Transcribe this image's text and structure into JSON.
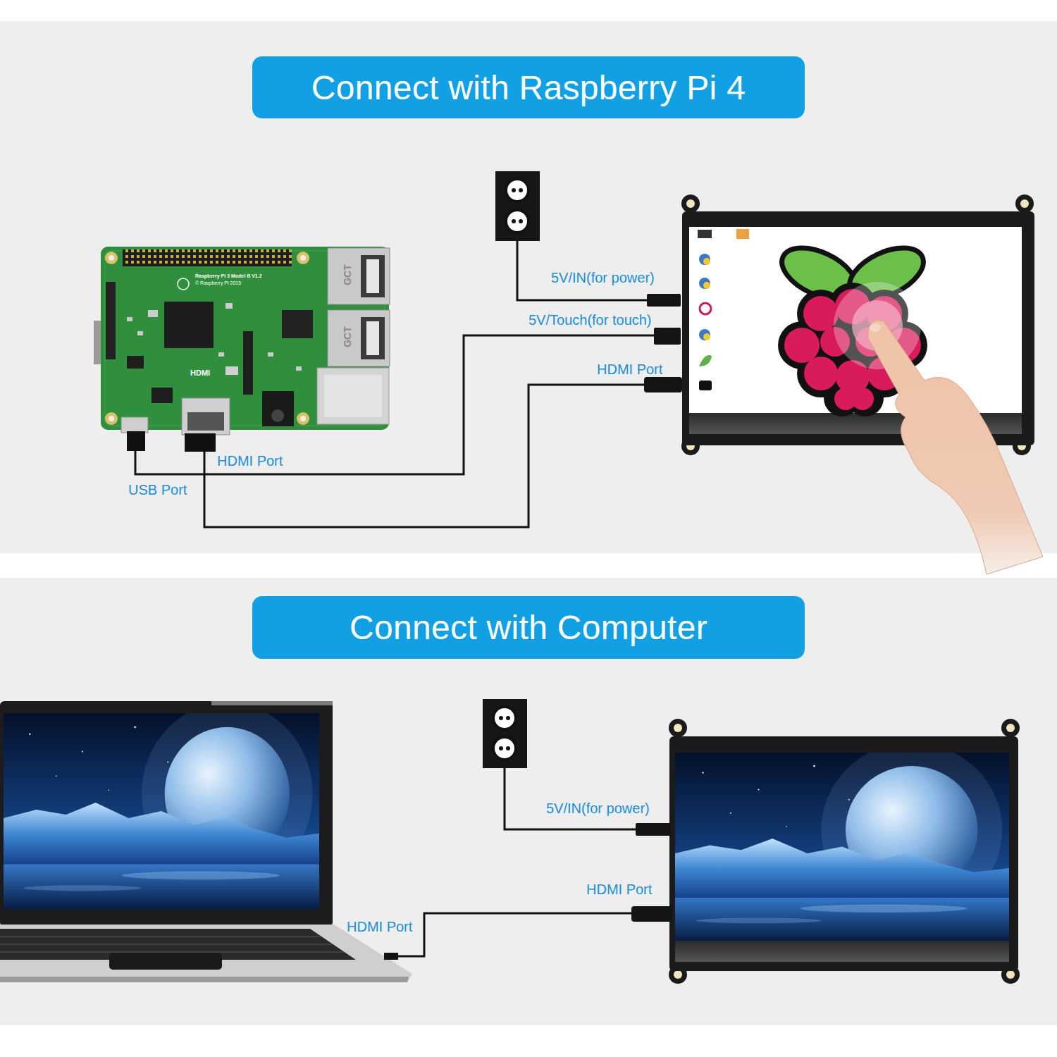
{
  "diagram": {
    "nodes": [
      {
        "text": [
          "Connect with Raspberry Pi 4"
        ]
      },
      {
        "text": [
          "Connect with Computer"
        ]
      }
    ],
    "labels": [
      "Raspberry Pi 3 Model B V1.2",
      "© Raspberry Pi 2015",
      "GCT",
      "GCT",
      "HDMI",
      "5V/IN(for power)",
      "5V/Touch(for touch)",
      "HDMI Port",
      "HDMI Port",
      "USB Port",
      "5V/IN(for power)",
      "HDMI Port",
      "HDMI Port"
    ]
  }
}
